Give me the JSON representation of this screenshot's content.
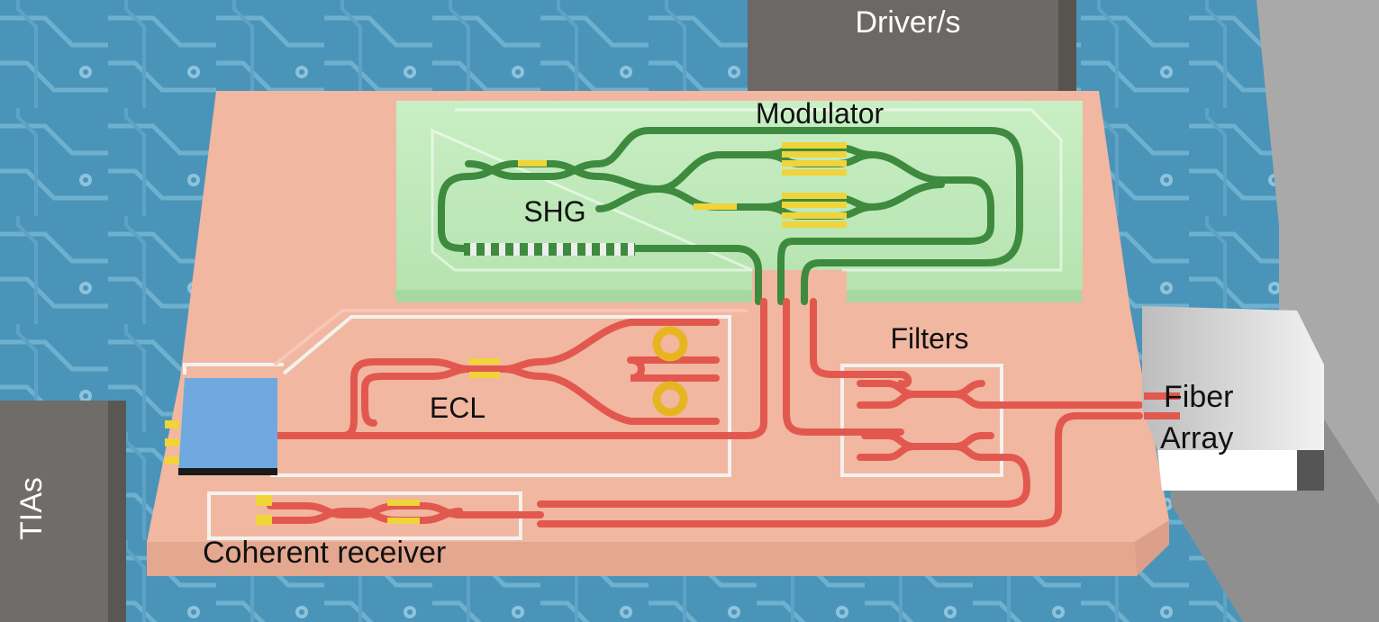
{
  "labels": {
    "drivers": "Driver/s",
    "modulator": "Modulator",
    "shg": "SHG",
    "filters": "Filters",
    "fiber_line1": "Fiber",
    "fiber_line2": "Array",
    "ecl": "ECL",
    "tias": "TIAs",
    "coherent_receiver": "Coherent receiver"
  },
  "colors": {
    "pcb": "#4a93b8",
    "pcb_trace": "#7db8d4",
    "chip_top": "#f1b59f",
    "chip_side": "#dc9c86",
    "green_region": "#bfe8bb",
    "green_waveguide": "#3e8a3e",
    "red_waveguide": "#e2584f",
    "electrode": "#f0d43a",
    "laser_block": "#6fa9df",
    "gray_block": "#6c6a67",
    "fiber_block": "#d4d4d4"
  }
}
